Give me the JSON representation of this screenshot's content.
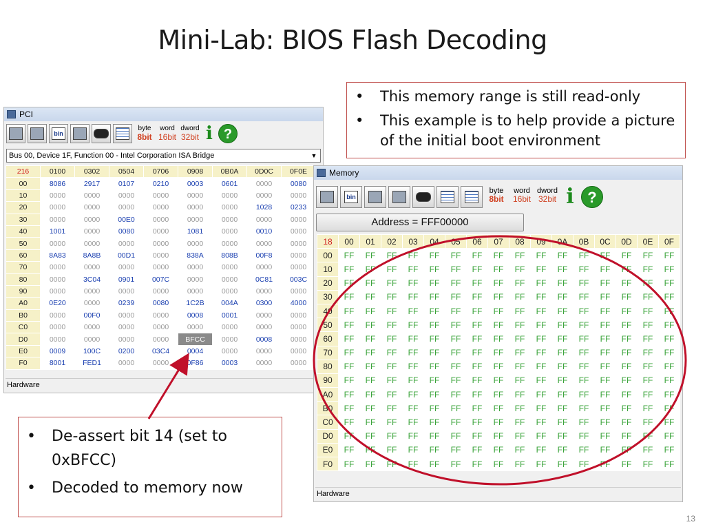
{
  "slide": {
    "title": "Mini-Lab: BIOS Flash Decoding",
    "page_number": "13"
  },
  "callout_top": {
    "bullets": [
      "This memory range is still read-only",
      "This example is to help provide a picture of the initial boot environment"
    ]
  },
  "callout_bottom": {
    "bullets": [
      "De-assert bit 14 (set to 0xBFCC)",
      "Decoded to memory now"
    ]
  },
  "pci_window": {
    "title": "PCI",
    "toolbar": {
      "byte_top": "byte",
      "byte_bottom": "8bit",
      "word_top": "word",
      "word_bottom": "16bit",
      "dword_top": "dword",
      "dword_bottom": "32bit",
      "bin_label": "bin",
      "info_label": "i",
      "help_label": "?"
    },
    "device_select": "Bus 00, Device 1F, Function 00 - Intel Corporation ISA Bridge",
    "corner": "216",
    "columns": [
      "0100",
      "0302",
      "0504",
      "0706",
      "0908",
      "0B0A",
      "0D0C",
      "0F0E"
    ],
    "rows": [
      {
        "label": "00",
        "cells": [
          "8086",
          "2917",
          "0107",
          "0210",
          "0003",
          "0601",
          "0000",
          "0080"
        ]
      },
      {
        "label": "10",
        "cells": [
          "0000",
          "0000",
          "0000",
          "0000",
          "0000",
          "0000",
          "0000",
          "0000"
        ]
      },
      {
        "label": "20",
        "cells": [
          "0000",
          "0000",
          "0000",
          "0000",
          "0000",
          "0000",
          "1028",
          "0233"
        ]
      },
      {
        "label": "30",
        "cells": [
          "0000",
          "0000",
          "00E0",
          "0000",
          "0000",
          "0000",
          "0000",
          "0000"
        ]
      },
      {
        "label": "40",
        "cells": [
          "1001",
          "0000",
          "0080",
          "0000",
          "1081",
          "0000",
          "0010",
          "0000"
        ]
      },
      {
        "label": "50",
        "cells": [
          "0000",
          "0000",
          "0000",
          "0000",
          "0000",
          "0000",
          "0000",
          "0000"
        ]
      },
      {
        "label": "60",
        "cells": [
          "8A83",
          "8A8B",
          "00D1",
          "0000",
          "838A",
          "808B",
          "00F8",
          "0000"
        ]
      },
      {
        "label": "70",
        "cells": [
          "0000",
          "0000",
          "0000",
          "0000",
          "0000",
          "0000",
          "0000",
          "0000"
        ]
      },
      {
        "label": "80",
        "cells": [
          "0000",
          "3C04",
          "0901",
          "007C",
          "0000",
          "0000",
          "0C81",
          "003C"
        ]
      },
      {
        "label": "90",
        "cells": [
          "0000",
          "0000",
          "0000",
          "0000",
          "0000",
          "0000",
          "0000",
          "0000"
        ]
      },
      {
        "label": "A0",
        "cells": [
          "0E20",
          "0000",
          "0239",
          "0080",
          "1C2B",
          "004A",
          "0300",
          "4000"
        ]
      },
      {
        "label": "B0",
        "cells": [
          "0000",
          "00F0",
          "0000",
          "0000",
          "0008",
          "0001",
          "0000",
          "0000"
        ]
      },
      {
        "label": "C0",
        "cells": [
          "0000",
          "0000",
          "0000",
          "0000",
          "0000",
          "0000",
          "0000",
          "0000"
        ]
      },
      {
        "label": "D0",
        "cells": [
          "0000",
          "0000",
          "0000",
          "0000",
          "BFCC",
          "0000",
          "0008",
          "0000"
        ]
      },
      {
        "label": "E0",
        "cells": [
          "0009",
          "100C",
          "0200",
          "03C4",
          "0004",
          "0000",
          "0000",
          "0000"
        ]
      },
      {
        "label": "F0",
        "cells": [
          "8001",
          "FED1",
          "0000",
          "0000",
          "0F86",
          "0003",
          "0000",
          "0000"
        ]
      }
    ],
    "selected_cell": {
      "row": "D0",
      "column": "0908"
    },
    "status": "Hardware"
  },
  "memory_window": {
    "title": "Memory",
    "toolbar": {
      "byte_top": "byte",
      "byte_bottom": "8bit",
      "word_top": "word",
      "word_bottom": "16bit",
      "dword_top": "dword",
      "dword_bottom": "32bit",
      "bin_label": "bin",
      "info_label": "i",
      "help_label": "?"
    },
    "address_label": "Address = FFF00000",
    "corner": "18",
    "columns": [
      "00",
      "01",
      "02",
      "03",
      "04",
      "05",
      "06",
      "07",
      "08",
      "09",
      "0A",
      "0B",
      "0C",
      "0D",
      "0E",
      "0F"
    ],
    "row_labels": [
      "00",
      "10",
      "20",
      "30",
      "40",
      "50",
      "60",
      "70",
      "80",
      "90",
      "A0",
      "B0",
      "C0",
      "D0",
      "E0",
      "F0"
    ],
    "cell_value": "FF",
    "status": "Hardware"
  },
  "colors": {
    "callout_border": "#c0504d",
    "annotation_red": "#c0102a",
    "header_yellow": "#f6f1c8",
    "value_blue": "#1a3fb0",
    "value_green": "#3aa33a"
  }
}
